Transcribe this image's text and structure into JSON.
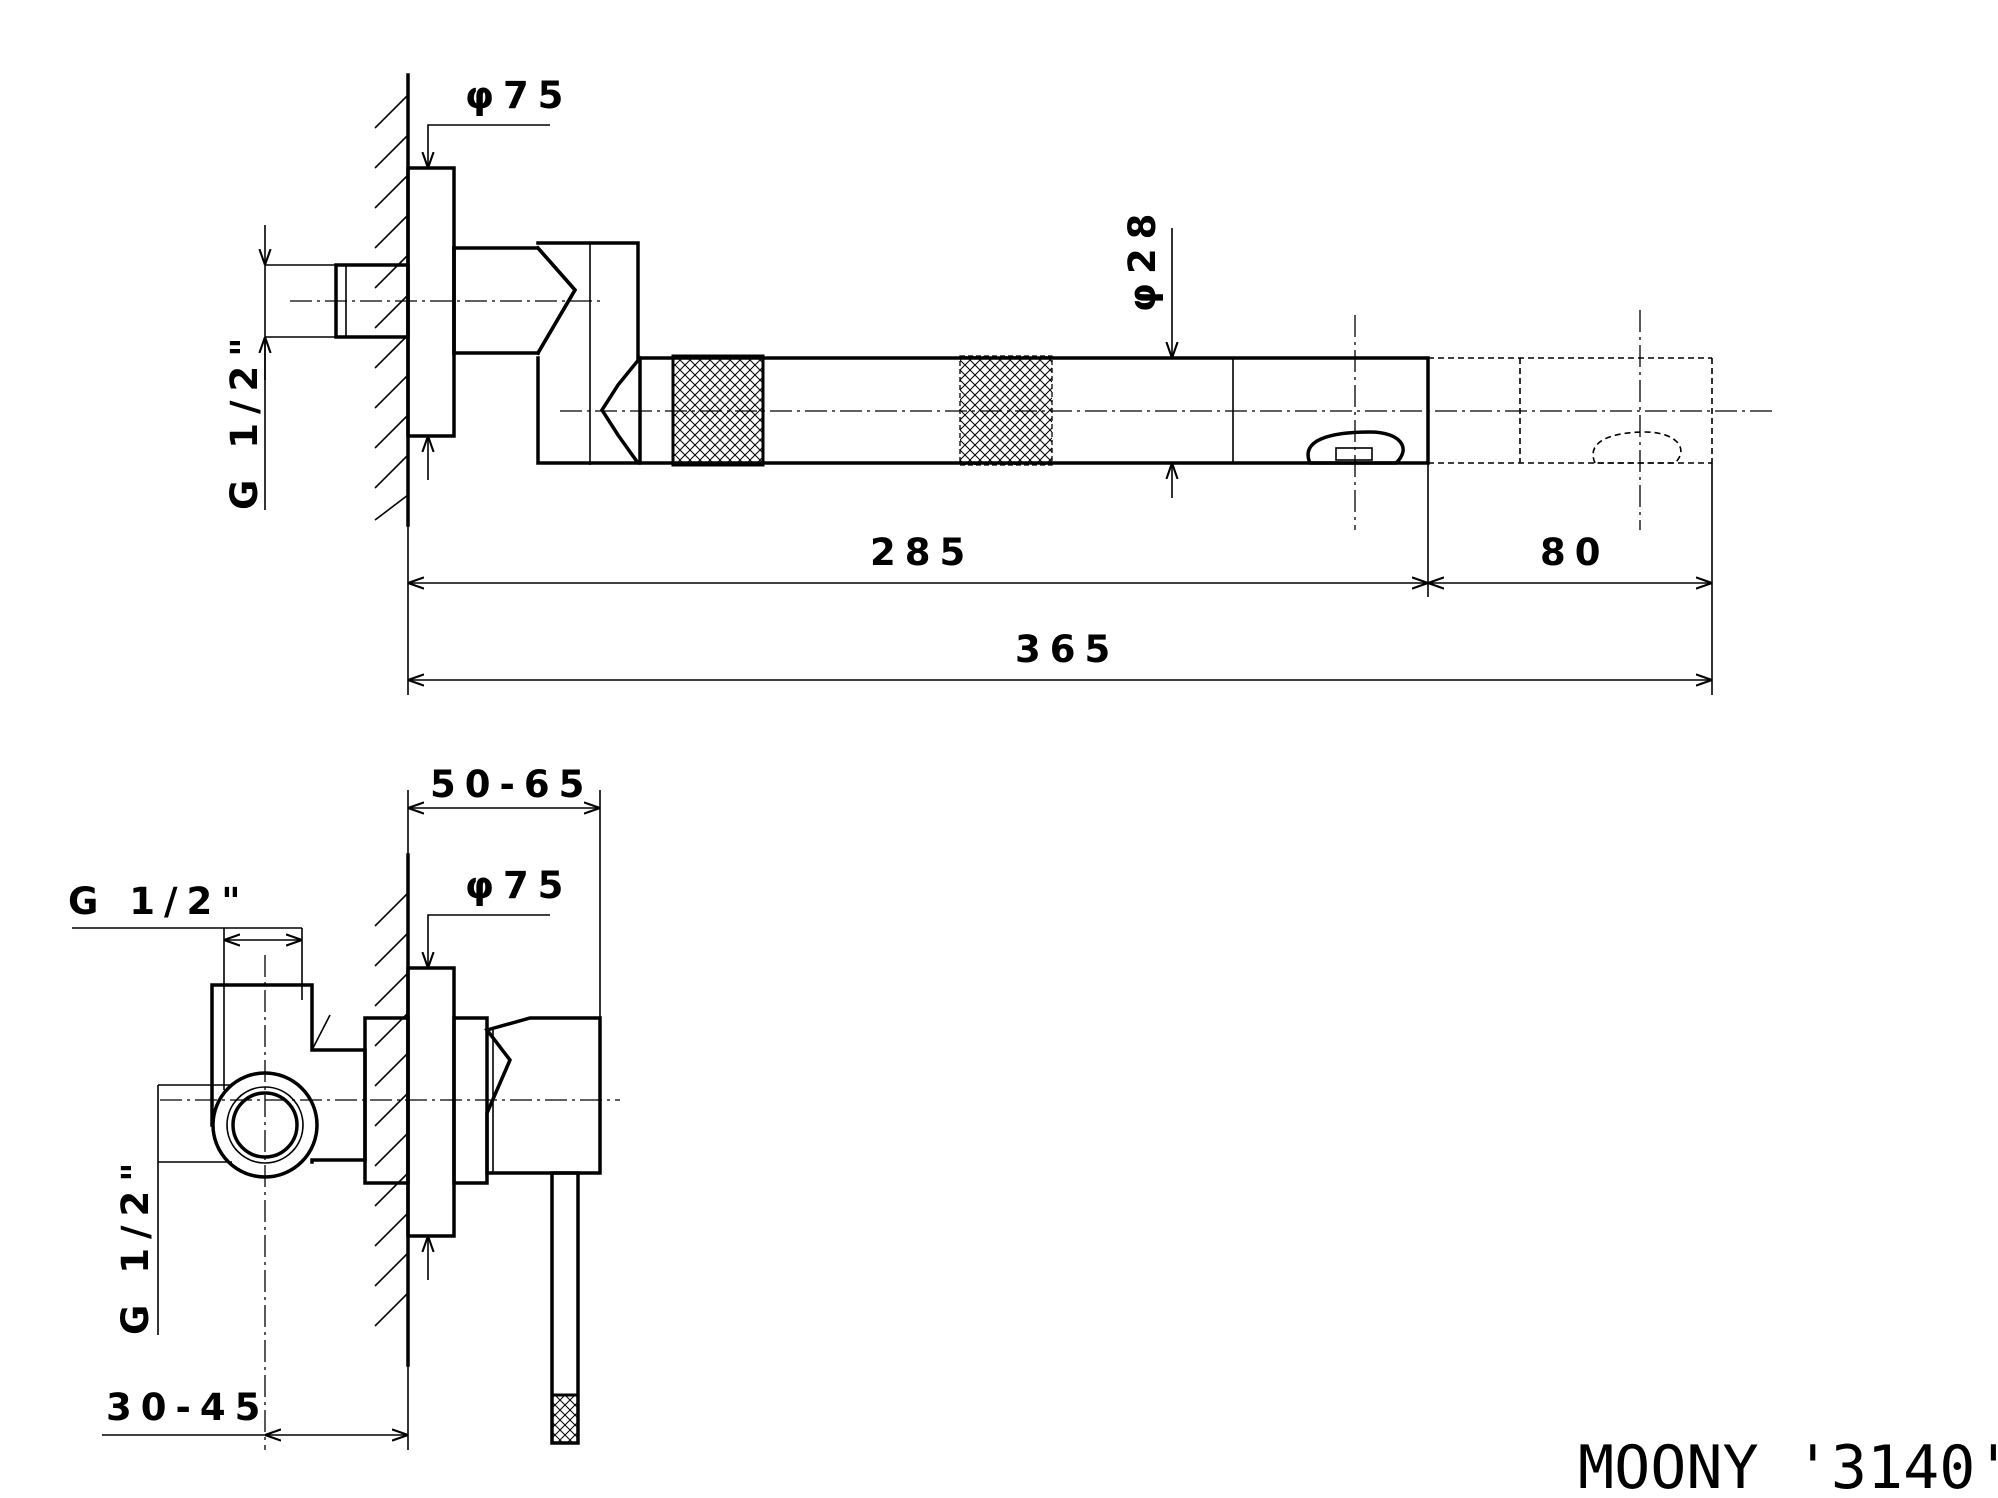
{
  "side_view": {
    "rosette_diameter": "φ75",
    "spout_diameter": "φ28",
    "inlet_thread": "G 1/2\"",
    "spout_reach": "285",
    "extension": "80",
    "overall_length": "365"
  },
  "front_view": {
    "depth_range": "50-65",
    "rosette_diameter": "φ75",
    "inlet_thread_top": "G 1/2\"",
    "inlet_thread_side": "G 1/2\"",
    "offset_range": "30-45"
  },
  "title_block": {
    "model": "MOONY '3140'"
  }
}
